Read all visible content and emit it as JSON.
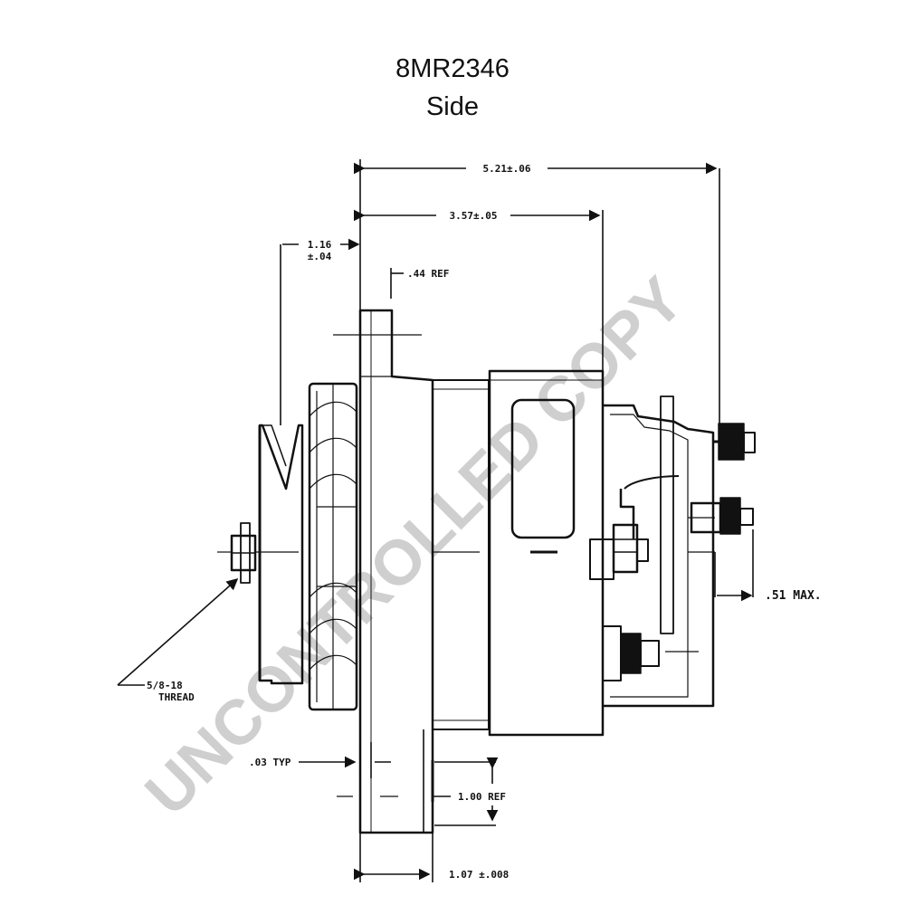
{
  "title": {
    "part_number": "8MR2346",
    "view": "Side"
  },
  "dimensions": {
    "overall_length": "5.21±.06",
    "housing_length": "3.57±.05",
    "pulley_offset_line1": "1.16",
    "pulley_offset_line2": "±.04",
    "flange_ref": ".44 REF",
    "terminal_max": ".51 MAX.",
    "thread_line1": "5/8-18",
    "thread_line2": "THREAD",
    "gap_typ": ".03 TYP",
    "foot_ref": "1.00 REF",
    "mount_width": "1.07 ±.008"
  },
  "watermark": "UNCONTROLLED COPY",
  "colors": {
    "line": "#111111",
    "watermark": "#cfcfcf"
  }
}
